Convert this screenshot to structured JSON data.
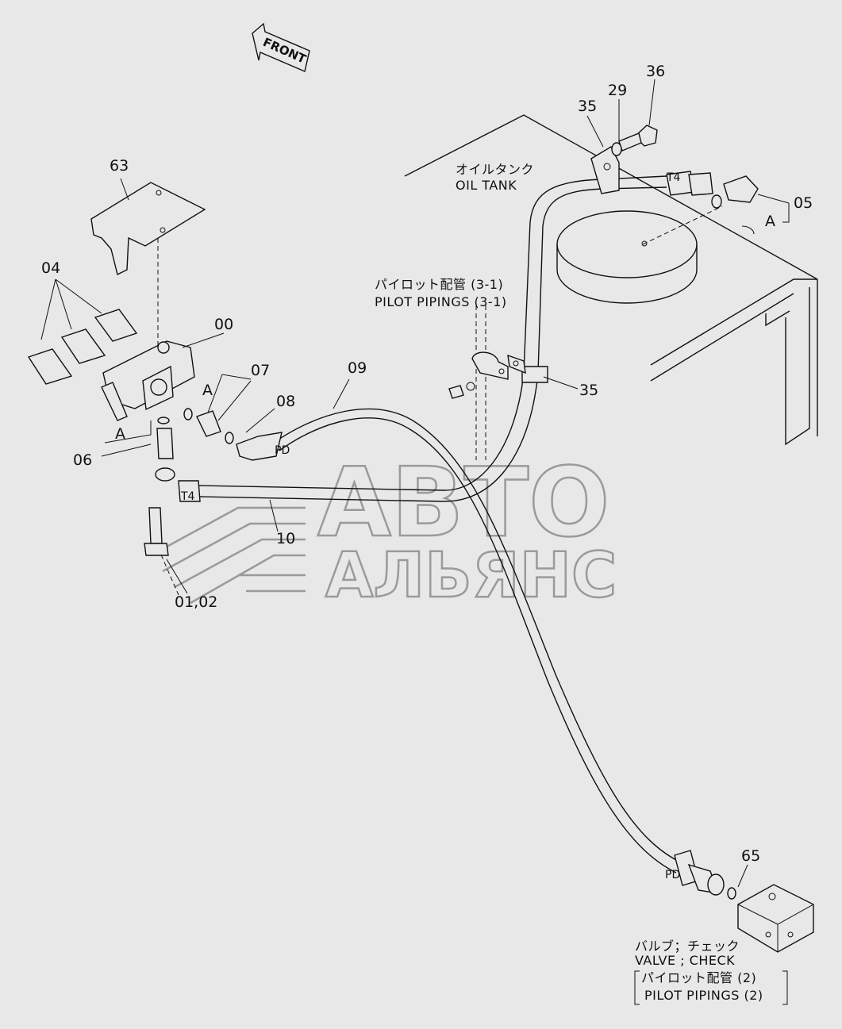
{
  "direction": {
    "label": "FRONT"
  },
  "tank": {
    "jp": "オイルタンク",
    "en": "OIL TANK"
  },
  "pilot_top": {
    "jp": "パイロット配管 (3-1)",
    "en": "PILOT PIPINGS (3-1)"
  },
  "check_valve": {
    "jp": "バルブ；チェック",
    "en": "VALVE ; CHECK",
    "sub_jp": "パイロット配管 (2)",
    "sub_en": "PILOT  PIPINGS (2)"
  },
  "ports": {
    "t4_top": "T4",
    "t4_bottom": "T4",
    "pd_top": "PD",
    "pd_bottom": "PD",
    "a1": "A",
    "a2": "A",
    "a3": "A"
  },
  "parts": {
    "p00": "00",
    "p0102": "01,02",
    "p04": "04",
    "p05": "05",
    "p06": "06",
    "p07": "07",
    "p08": "08",
    "p09": "09",
    "p10": "10",
    "p29": "29",
    "p35a": "35",
    "p35b": "35",
    "p36": "36",
    "p63": "63",
    "p65": "65"
  },
  "watermark": {
    "line1": "АВТО",
    "line2": "АЛЬЯНС"
  }
}
